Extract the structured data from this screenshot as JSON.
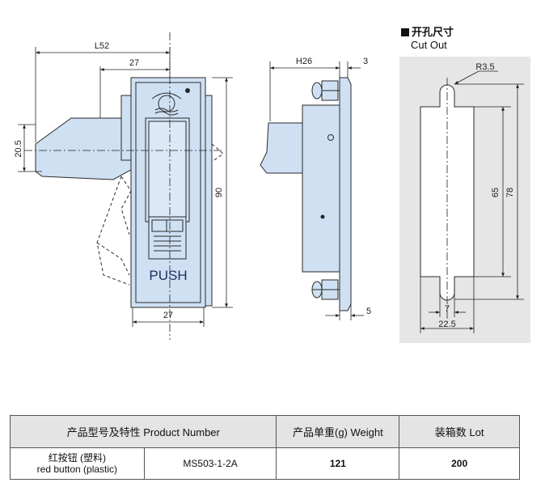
{
  "drawing": {
    "front": {
      "dims": {
        "overall_width": "L52",
        "offset": "27",
        "height": "90",
        "handle_offset": "20.5",
        "bottom_width": "27"
      },
      "push_label": "PUSH"
    },
    "side": {
      "dims": {
        "depth": "H26",
        "flange": "3",
        "bottom": "5"
      }
    },
    "cutout": {
      "title_cn": "开孔尺寸",
      "title_en": "Cut Out",
      "dims": {
        "radius": "R3.5",
        "inner": "65",
        "outer": "78",
        "slot": "7",
        "width": "22.5"
      }
    },
    "colors": {
      "part_fill": "#cfe0f3",
      "part_stroke": "#2a2a2a",
      "panel_bg": "#e6e6e6"
    }
  },
  "table": {
    "headers": [
      "产品型号及特性 Product Number",
      "产品单重(g) Weight",
      "装箱数 Lot"
    ],
    "row": {
      "desc_cn": "红按钮 (塑料)",
      "desc_en": "red button (plastic)",
      "model": "MS503-1-2A",
      "weight": "121",
      "lot": "200"
    }
  }
}
